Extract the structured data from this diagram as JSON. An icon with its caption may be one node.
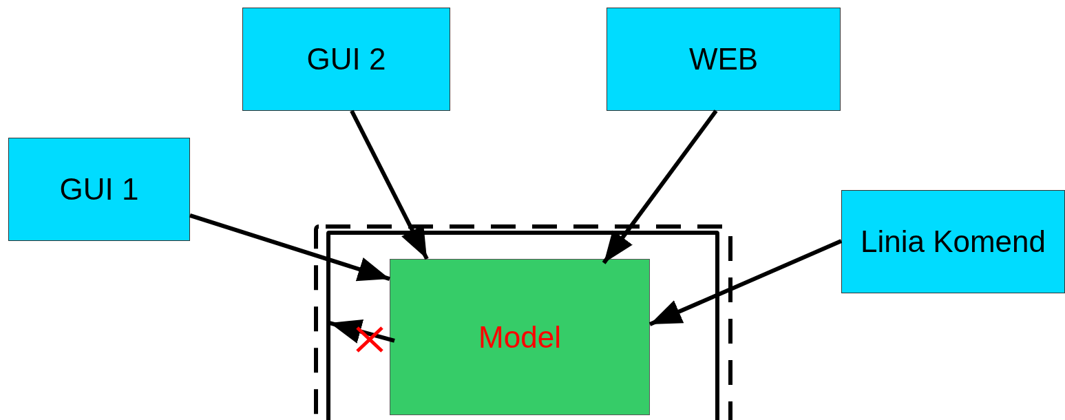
{
  "diagram": {
    "nodes": [
      {
        "text": [
          "GUI 2"
        ]
      },
      {
        "text": [
          "WEB"
        ]
      },
      {
        "text": [
          "GUI 1"
        ]
      },
      {
        "text": [
          "Linia Komend"
        ]
      },
      {
        "text": [],
        "shape": "box"
      },
      {
        "text": [],
        "shape": "box",
        "in": 4
      },
      {
        "text": [
          "Model"
        ],
        "in": 5
      }
    ],
    "edges": [
      {
        "from": 2,
        "to": 6,
        "arrow": "to"
      },
      {
        "from": 0,
        "to": 6,
        "arrow": "to"
      },
      {
        "from": 1,
        "to": 6,
        "arrow": "to"
      },
      {
        "from": 3,
        "to": 6,
        "arrow": "to"
      },
      {
        "from": 6,
        "to": 5,
        "arrow": "to"
      }
    ]
  }
}
